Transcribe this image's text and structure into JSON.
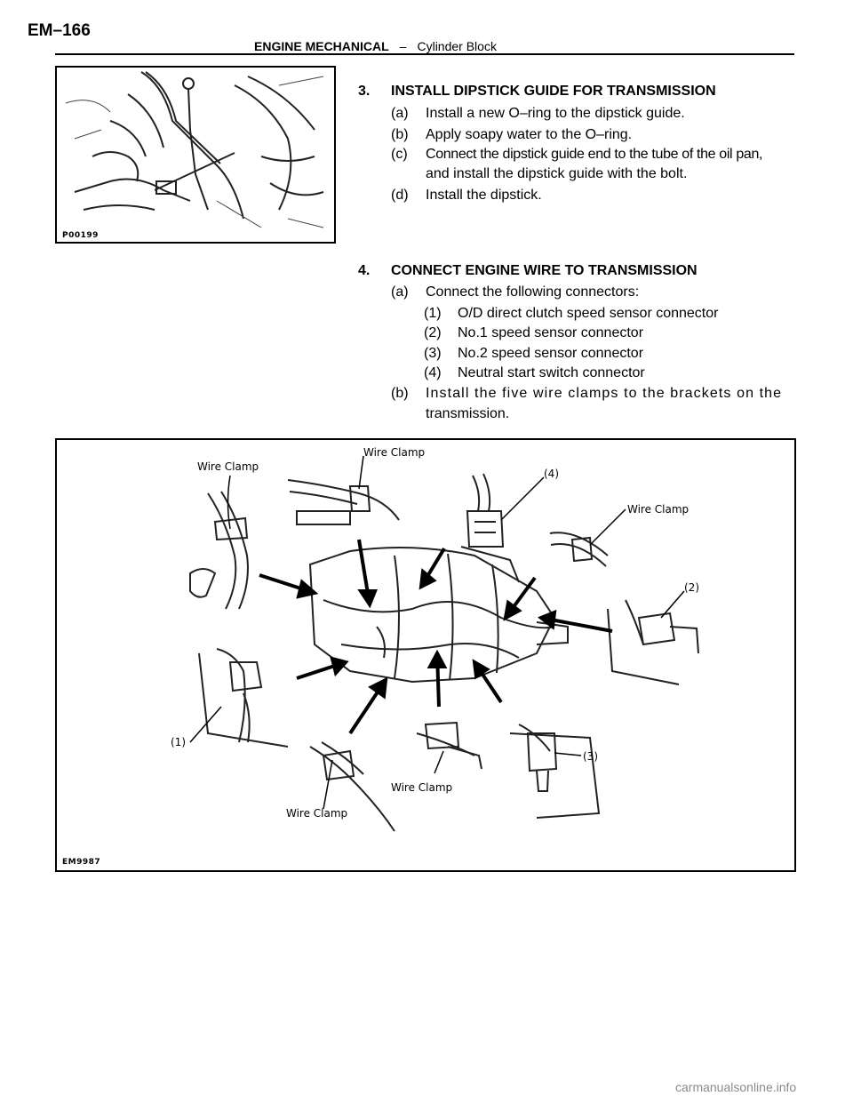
{
  "header": {
    "page_number": "EM–166",
    "section": "ENGINE MECHANICAL",
    "separator": "–",
    "subsection": "Cylinder Block"
  },
  "figure1": {
    "id": "P00199"
  },
  "step3": {
    "number": "3.",
    "title": "INSTALL DIPSTICK GUIDE FOR TRANSMISSION",
    "items": [
      {
        "label": "(a)",
        "text": "Install a new O–ring to the dipstick guide."
      },
      {
        "label": "(b)",
        "text": "Apply soapy water to the O–ring."
      },
      {
        "label": "(c)",
        "text": "Connect the dipstick guide end to the tube of the oil pan,",
        "continuation": "and install the dipstick guide with the bolt."
      },
      {
        "label": "(d)",
        "text": "Install the dipstick."
      }
    ]
  },
  "step4": {
    "number": "4.",
    "title": "CONNECT ENGINE WIRE TO TRANSMISSION",
    "item_a": {
      "label": "(a)",
      "text": "Connect the following connectors:"
    },
    "sub_items": [
      {
        "label": "(1)",
        "text": "O/D direct clutch speed sensor connector"
      },
      {
        "label": "(2)",
        "text": "No.1 speed sensor connector"
      },
      {
        "label": "(3)",
        "text": "No.2 speed sensor connector"
      },
      {
        "label": "(4)",
        "text": "Neutral start switch connector"
      }
    ],
    "item_b": {
      "label": "(b)",
      "text": "Install the five wire clamps to the brackets on the",
      "continuation": "transmission."
    }
  },
  "figure2": {
    "id": "EM9987",
    "labels": {
      "wire_clamp_top_left": "Wire Clamp",
      "wire_clamp_top_center": "Wire Clamp",
      "wire_clamp_right": "Wire Clamp",
      "wire_clamp_bottom_center": "Wire Clamp",
      "wire_clamp_bottom_left": "Wire Clamp",
      "conn1": "(1)",
      "conn2": "(2)",
      "conn3": "(3)",
      "conn4": "(4)"
    }
  },
  "watermark": "carmanualsonline.info"
}
